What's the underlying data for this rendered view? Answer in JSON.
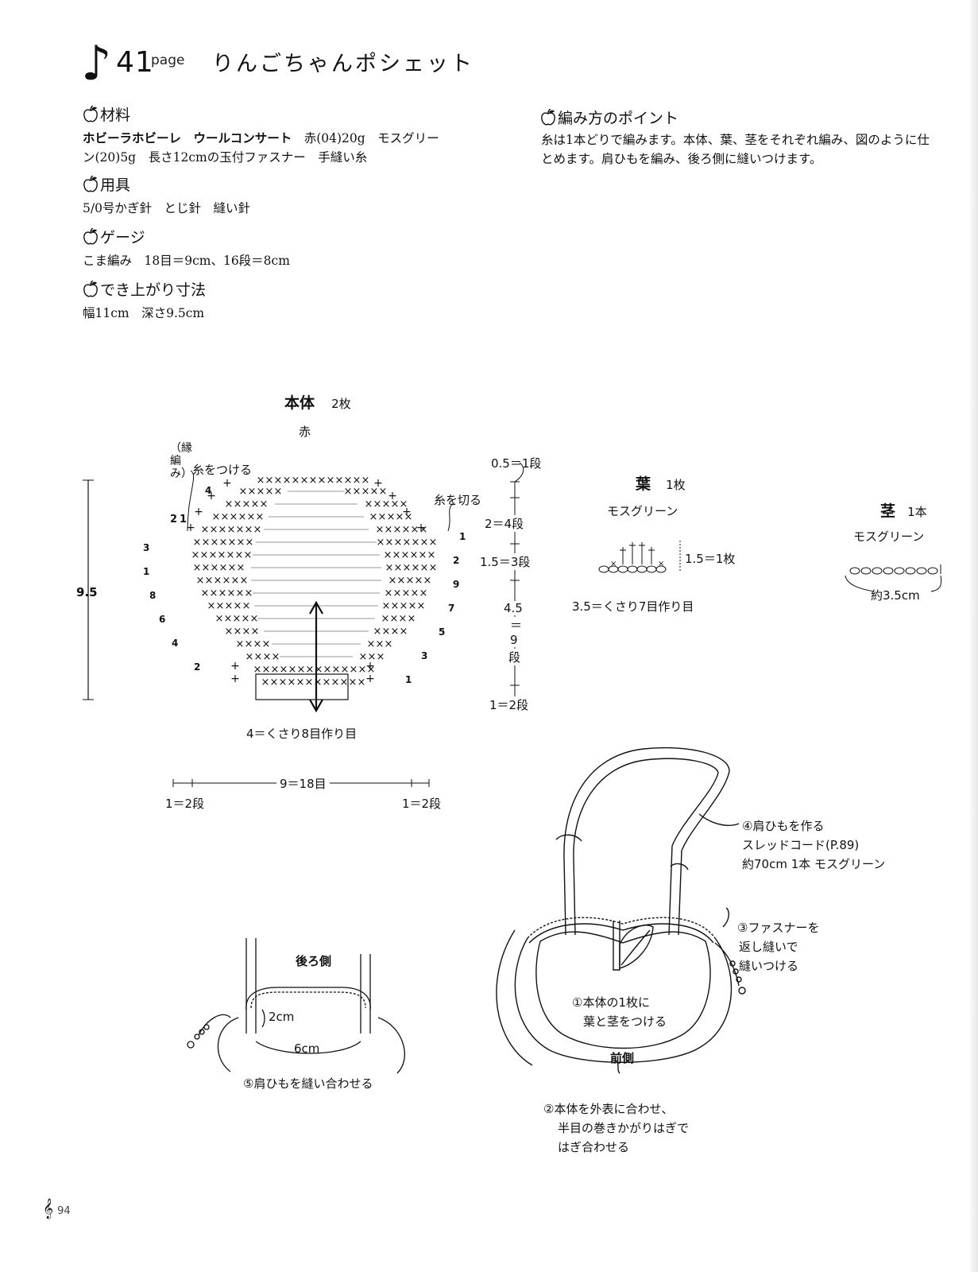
{
  "header": {
    "number": "41",
    "page_word": "page",
    "title": "りんごちゃんポシェット"
  },
  "materials": {
    "heading": "材料",
    "line1_brand": "ホビーラホビーレ　ウールコンサート",
    "line1_rest": "赤(04)20g　モスグリー",
    "line2": "ン(20)5g　長さ12cmの玉付ファスナー　手縫い糸"
  },
  "tools": {
    "heading": "用具",
    "text": "5/0号かぎ針　とじ針　縫い針"
  },
  "gauge": {
    "heading": "ゲージ",
    "text": "こま編み　18目＝9cm、16段＝8cm"
  },
  "size": {
    "heading": "でき上がり寸法",
    "text": "幅11cm　深さ9.5cm"
  },
  "points": {
    "heading": "編み方のポイント",
    "line1": "糸は1本どりで編みます。本体、葉、茎をそれぞれ編み、図のように仕",
    "line2": "とめます。肩ひもを編み、後ろ側に縫いつけます。"
  },
  "body_chart": {
    "title": "本体",
    "count": "2枚",
    "color": "赤",
    "edge_label": "（縁編み）",
    "attach_yarn": "糸をつける",
    "cut_yarn": "糸を切る",
    "height": "9.5",
    "foundation": "4＝くさり8目作り目",
    "width": "9＝18目",
    "side_left": "1＝2段",
    "side_right": "1＝2段",
    "dim_top": "0.5＝1段",
    "dim_2": "2＝4段",
    "dim_3": "1.5＝3段",
    "dim_4a": "4.5",
    "dim_4b": "＝",
    "dim_4c": "9",
    "dim_4d": "段",
    "dim_5": "1＝2段",
    "edge_rows": [
      "2",
      "1"
    ],
    "left_rows": [
      "4",
      "3",
      "1",
      "8",
      "6",
      "4",
      "2"
    ],
    "right_rows": [
      "1",
      "2",
      "9",
      "7",
      "5",
      "3",
      "1"
    ]
  },
  "leaf": {
    "title": "葉",
    "count": "1枚",
    "color": "モスグリーン",
    "height": "1.5＝1枚",
    "foundation": "3.5＝くさり7目作り目"
  },
  "stem": {
    "title": "茎",
    "count": "1本",
    "color": "モスグリーン",
    "length": "約3.5cm"
  },
  "back": {
    "title": "後ろ側",
    "d1": "2cm",
    "d2": "6cm",
    "step5": "⑤肩ひもを縫い合わせる"
  },
  "front": {
    "title": "前側",
    "step1a": "①本体の1枚に",
    "step1b": "葉と茎をつける",
    "step2a": "②本体を外表に合わせ、",
    "step2b": "半目の巻きかがりはぎで",
    "step2c": "はぎ合わせる",
    "step3a": "③ファスナーを",
    "step3b": "返し縫いで",
    "step3c": "縫いつける",
    "step4a": "④肩ひもを作る",
    "step4b": "スレッドコード(P.89)",
    "step4c": "約70cm 1本 モスグリーン"
  },
  "footer": {
    "page": "94"
  }
}
